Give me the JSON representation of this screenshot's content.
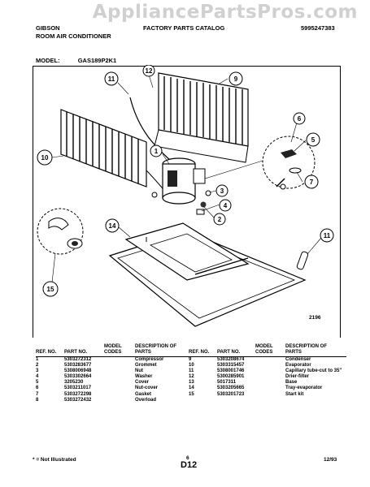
{
  "watermark": "AppliancePartsPros.com",
  "header": {
    "brand": "GIBSON",
    "product": "ROOM AIR CONDITIONER",
    "catalog": "FACTORY PARTS CATALOG",
    "doc_number": "5995247383"
  },
  "model": {
    "label": "MODEL:",
    "value": "GAS189P2K1"
  },
  "figure_number": "2196",
  "callouts": [
    "1",
    "2",
    "3",
    "4",
    "5",
    "6",
    "7",
    "9",
    "10",
    "11",
    "11",
    "12",
    "14",
    "15"
  ],
  "columns": [
    "REF. NO.",
    "PART NO.",
    "MODEL CODES",
    "DESCRIPTION OF PARTS"
  ],
  "parts_left": [
    {
      "ref": "1",
      "part": "5303272312",
      "desc": "Compressor"
    },
    {
      "ref": "2",
      "part": "5303283677",
      "desc": "Grommet"
    },
    {
      "ref": "3",
      "part": "5308006948",
      "desc": "Nut"
    },
    {
      "ref": "4",
      "part": "5303302664",
      "desc": "Washer"
    },
    {
      "ref": "5",
      "part": "3205230",
      "desc": "Cover"
    },
    {
      "ref": "6",
      "part": "5303211017",
      "desc": "Nut-cover"
    },
    {
      "ref": "7",
      "part": "5303272298",
      "desc": "Gasket"
    },
    {
      "ref": "8",
      "part": "5303272432",
      "desc": "Overload"
    }
  ],
  "parts_right": [
    {
      "ref": "9",
      "part": "5303208674",
      "desc": "Condenser"
    },
    {
      "ref": "10",
      "part": "5303315457",
      "desc": "Evaporator"
    },
    {
      "ref": "11",
      "part": "5308001746",
      "desc": "Capillary tube-cut to 35\""
    },
    {
      "ref": "12",
      "part": "5300285901",
      "desc": "Drier-filter"
    },
    {
      "ref": "13",
      "part": "5017311",
      "desc": "Base"
    },
    {
      "ref": "14",
      "part": "5303205665",
      "desc": "Tray-evaporator"
    },
    {
      "ref": "15",
      "part": "5303201723",
      "desc": "Start kit"
    }
  ],
  "footer": {
    "note": "* = Not Illustrated",
    "page": "6",
    "section": "D12",
    "date": "12/93"
  }
}
